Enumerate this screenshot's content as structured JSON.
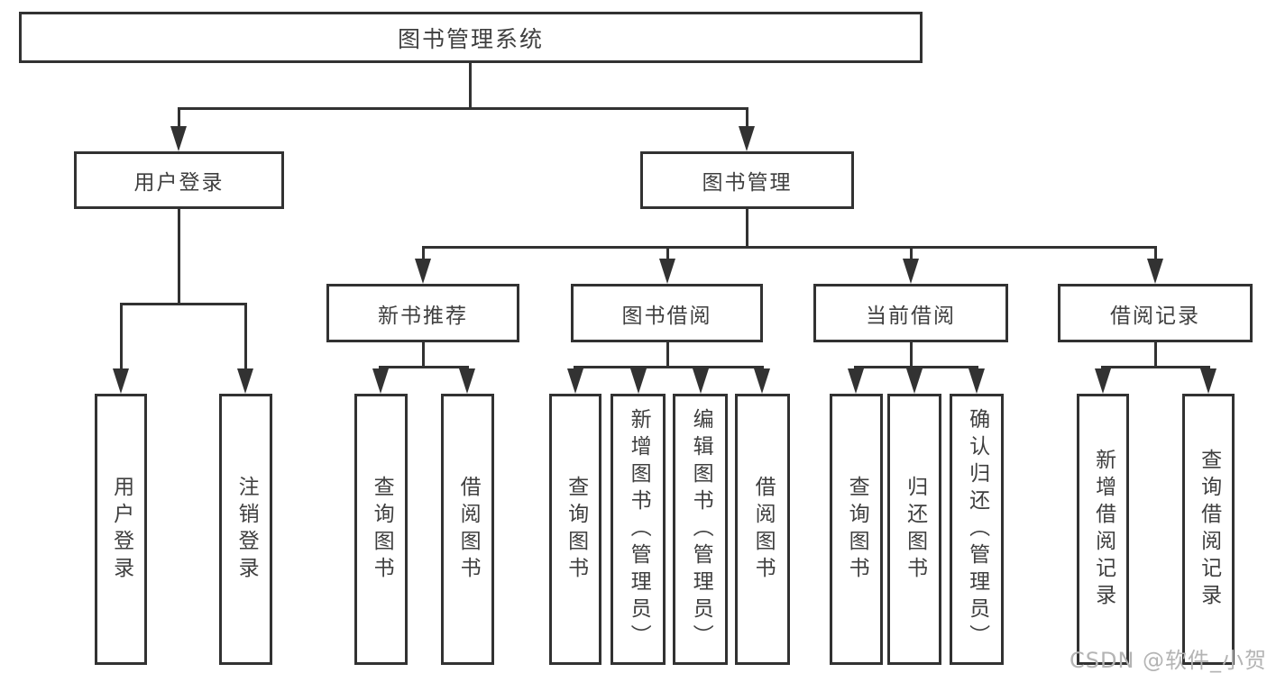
{
  "colors": {
    "line": "#323232",
    "text": "#3f3f3f",
    "watermark_text": "#b4b4b4",
    "background": "#ffffff"
  },
  "watermark": "CSDN @软件_小贺同学",
  "nodes": {
    "root": "图书管理系统",
    "user_login_group": {
      "label": "用户登录",
      "children": [
        "用户登录",
        "注销登录"
      ]
    },
    "book_mgmt_group": {
      "label": "图书管理",
      "sections": [
        {
          "label": "新书推荐",
          "children": [
            "查询图书",
            "借阅图书"
          ]
        },
        {
          "label": "图书借阅",
          "children": [
            "查询图书",
            "新增图书（管理员）",
            "编辑图书（管理员）",
            "借阅图书"
          ]
        },
        {
          "label": "当前借阅",
          "children": [
            "查询图书",
            "归还图书",
            "确认归还（管理员）"
          ]
        },
        {
          "label": "借阅记录",
          "children": [
            "新增借阅记录",
            "查询借阅记录"
          ]
        }
      ]
    }
  }
}
